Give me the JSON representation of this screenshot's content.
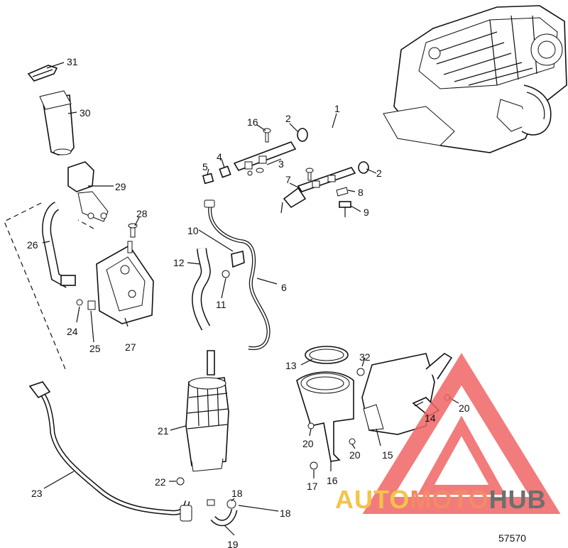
{
  "callouts": [
    {
      "id": "1",
      "label": "1"
    },
    {
      "id": "2a",
      "label": "2"
    },
    {
      "id": "2b",
      "label": "2"
    },
    {
      "id": "3",
      "label": "3"
    },
    {
      "id": "4",
      "label": "4"
    },
    {
      "id": "5",
      "label": "5"
    },
    {
      "id": "6",
      "label": "6"
    },
    {
      "id": "7",
      "label": "7"
    },
    {
      "id": "8",
      "label": "8"
    },
    {
      "id": "9",
      "label": "9"
    },
    {
      "id": "10",
      "label": "10"
    },
    {
      "id": "11",
      "label": "11"
    },
    {
      "id": "12",
      "label": "12"
    },
    {
      "id": "13",
      "label": "13"
    },
    {
      "id": "14",
      "label": "14"
    },
    {
      "id": "15",
      "label": "15"
    },
    {
      "id": "16a",
      "label": "16"
    },
    {
      "id": "16b",
      "label": "16"
    },
    {
      "id": "17",
      "label": "17"
    },
    {
      "id": "18a",
      "label": "18"
    },
    {
      "id": "18b",
      "label": "18"
    },
    {
      "id": "19",
      "label": "19"
    },
    {
      "id": "20a",
      "label": "20"
    },
    {
      "id": "20b",
      "label": "20"
    },
    {
      "id": "20c",
      "label": "20"
    },
    {
      "id": "21",
      "label": "21"
    },
    {
      "id": "22",
      "label": "22"
    },
    {
      "id": "23",
      "label": "23"
    },
    {
      "id": "24",
      "label": "24"
    },
    {
      "id": "25",
      "label": "25"
    },
    {
      "id": "26",
      "label": "26"
    },
    {
      "id": "27",
      "label": "27"
    },
    {
      "id": "28",
      "label": "28"
    },
    {
      "id": "29",
      "label": "29"
    },
    {
      "id": "30",
      "label": "30"
    },
    {
      "id": "31",
      "label": "31"
    },
    {
      "id": "32",
      "label": "32"
    }
  ],
  "figure_number": "57570",
  "watermark": {
    "part_a": "AUTO",
    "part_b": "MOTO",
    "part_c": "HUB",
    "triangle_color": "#f06464",
    "color_a": "#f2c44a",
    "color_b": "#f28b66",
    "color_c": "#6e6e6e"
  }
}
